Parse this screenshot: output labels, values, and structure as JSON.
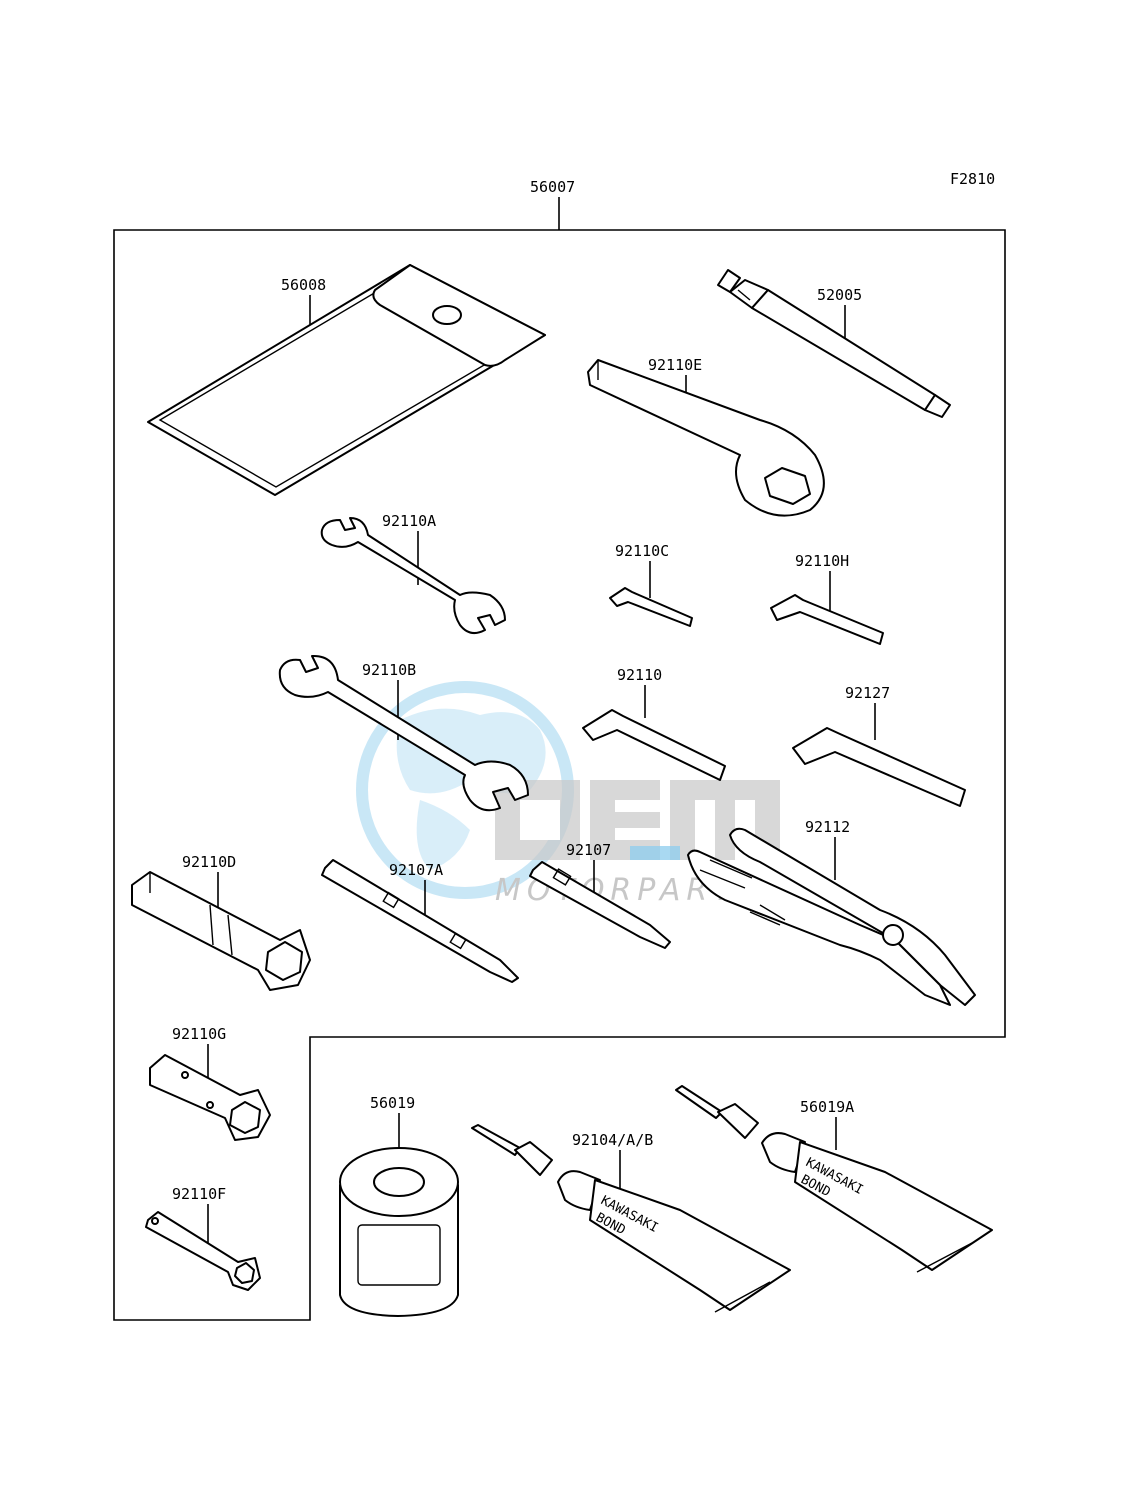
{
  "figure_code": "F2810",
  "callouts": {
    "kit": "56007",
    "pouch": "56008",
    "valve_tool": "52005",
    "ring_wrench": "92110E",
    "wrench_small": "92110A",
    "hex_key_c": "92110C",
    "hex_key_h": "92110H",
    "wrench_large": "92110B",
    "hex_key": "92110",
    "hex_key_large": "92127",
    "pliers": "92112",
    "box_wrench_d": "92110D",
    "screwdriver_bit_a": "92107A",
    "screwdriver_bit": "92107",
    "box_wrench_g": "92110G",
    "box_wrench_f": "92110F",
    "bond_can": "56019",
    "bond_tube": "92104/A/B",
    "bond_tube_a": "56019A"
  },
  "tube_labels": {
    "brand": "KAWASAKI",
    "product": "BOND"
  },
  "watermark": {
    "logo": "OEM",
    "tagline": "MOTORPARTS",
    "colors": {
      "globe": "#3ba8e0",
      "letters": "#9a9a9a",
      "accent": "#3ba8e0"
    }
  }
}
